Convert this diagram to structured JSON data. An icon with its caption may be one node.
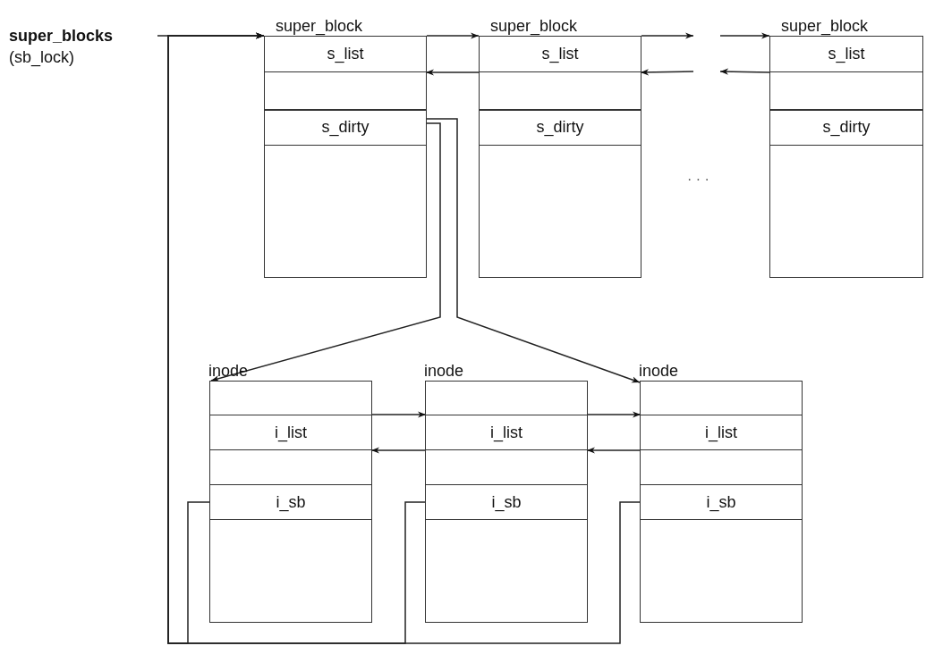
{
  "diagram": {
    "nodes": [
      {
        "text": [
          "super_blocks",
          "(sb_lock)"
        ]
      },
      {
        "text": [
          "super_block"
        ]
      },
      {
        "text": [
          "s_list"
        ],
        "in": 1
      },
      {
        "text": [
          "s_dirty"
        ],
        "in": 1
      },
      {
        "text": [
          "super_block"
        ]
      },
      {
        "text": [
          "s_list"
        ],
        "in": 4
      },
      {
        "text": [
          "s_dirty"
        ],
        "in": 4
      },
      {
        "text": [
          "super_block"
        ]
      },
      {
        "text": [
          "s_list"
        ],
        "in": 7
      },
      {
        "text": [
          "s_dirty"
        ],
        "in": 7
      },
      {
        "text": [
          "inode"
        ]
      },
      {
        "text": [
          "i_list"
        ],
        "in": 10
      },
      {
        "text": [
          "i_sb"
        ],
        "in": 10
      },
      {
        "text": [
          "inode"
        ]
      },
      {
        "text": [
          "i_list"
        ],
        "in": 13
      },
      {
        "text": [
          "i_sb"
        ],
        "in": 13
      },
      {
        "text": [
          "inode"
        ]
      },
      {
        "text": [
          "i_list"
        ],
        "in": 16
      },
      {
        "text": [
          "i_sb"
        ],
        "in": 16
      }
    ],
    "edges": [
      {
        "from": 0,
        "to": 1,
        "arrow": "to"
      },
      {
        "from": 1,
        "to": 4,
        "arrow": "to"
      },
      {
        "from": 4,
        "to": null,
        "arrow": "to"
      },
      {
        "from": null,
        "to": 7,
        "arrow": "to"
      },
      {
        "from": 5,
        "to": 2,
        "arrow": "to"
      },
      {
        "from": null,
        "to": 5,
        "arrow": "to"
      },
      {
        "from": 8,
        "to": null,
        "arrow": "to"
      },
      {
        "from": 3,
        "to": 10,
        "arrow": "to"
      },
      {
        "from": 3,
        "to": 16,
        "arrow": "to"
      },
      {
        "from": 11,
        "to": 14,
        "arrow": "to"
      },
      {
        "from": 14,
        "to": 17,
        "arrow": "to"
      },
      {
        "from": 14,
        "to": 11,
        "arrow": "to"
      },
      {
        "from": 17,
        "to": 14,
        "arrow": "to"
      },
      {
        "from": 12,
        "to": 1,
        "arrow": "to"
      },
      {
        "from": 15,
        "to": 1,
        "arrow": "to"
      },
      {
        "from": 18,
        "to": 1,
        "arrow": "to"
      }
    ],
    "labels": [
      "· · ·"
    ]
  }
}
